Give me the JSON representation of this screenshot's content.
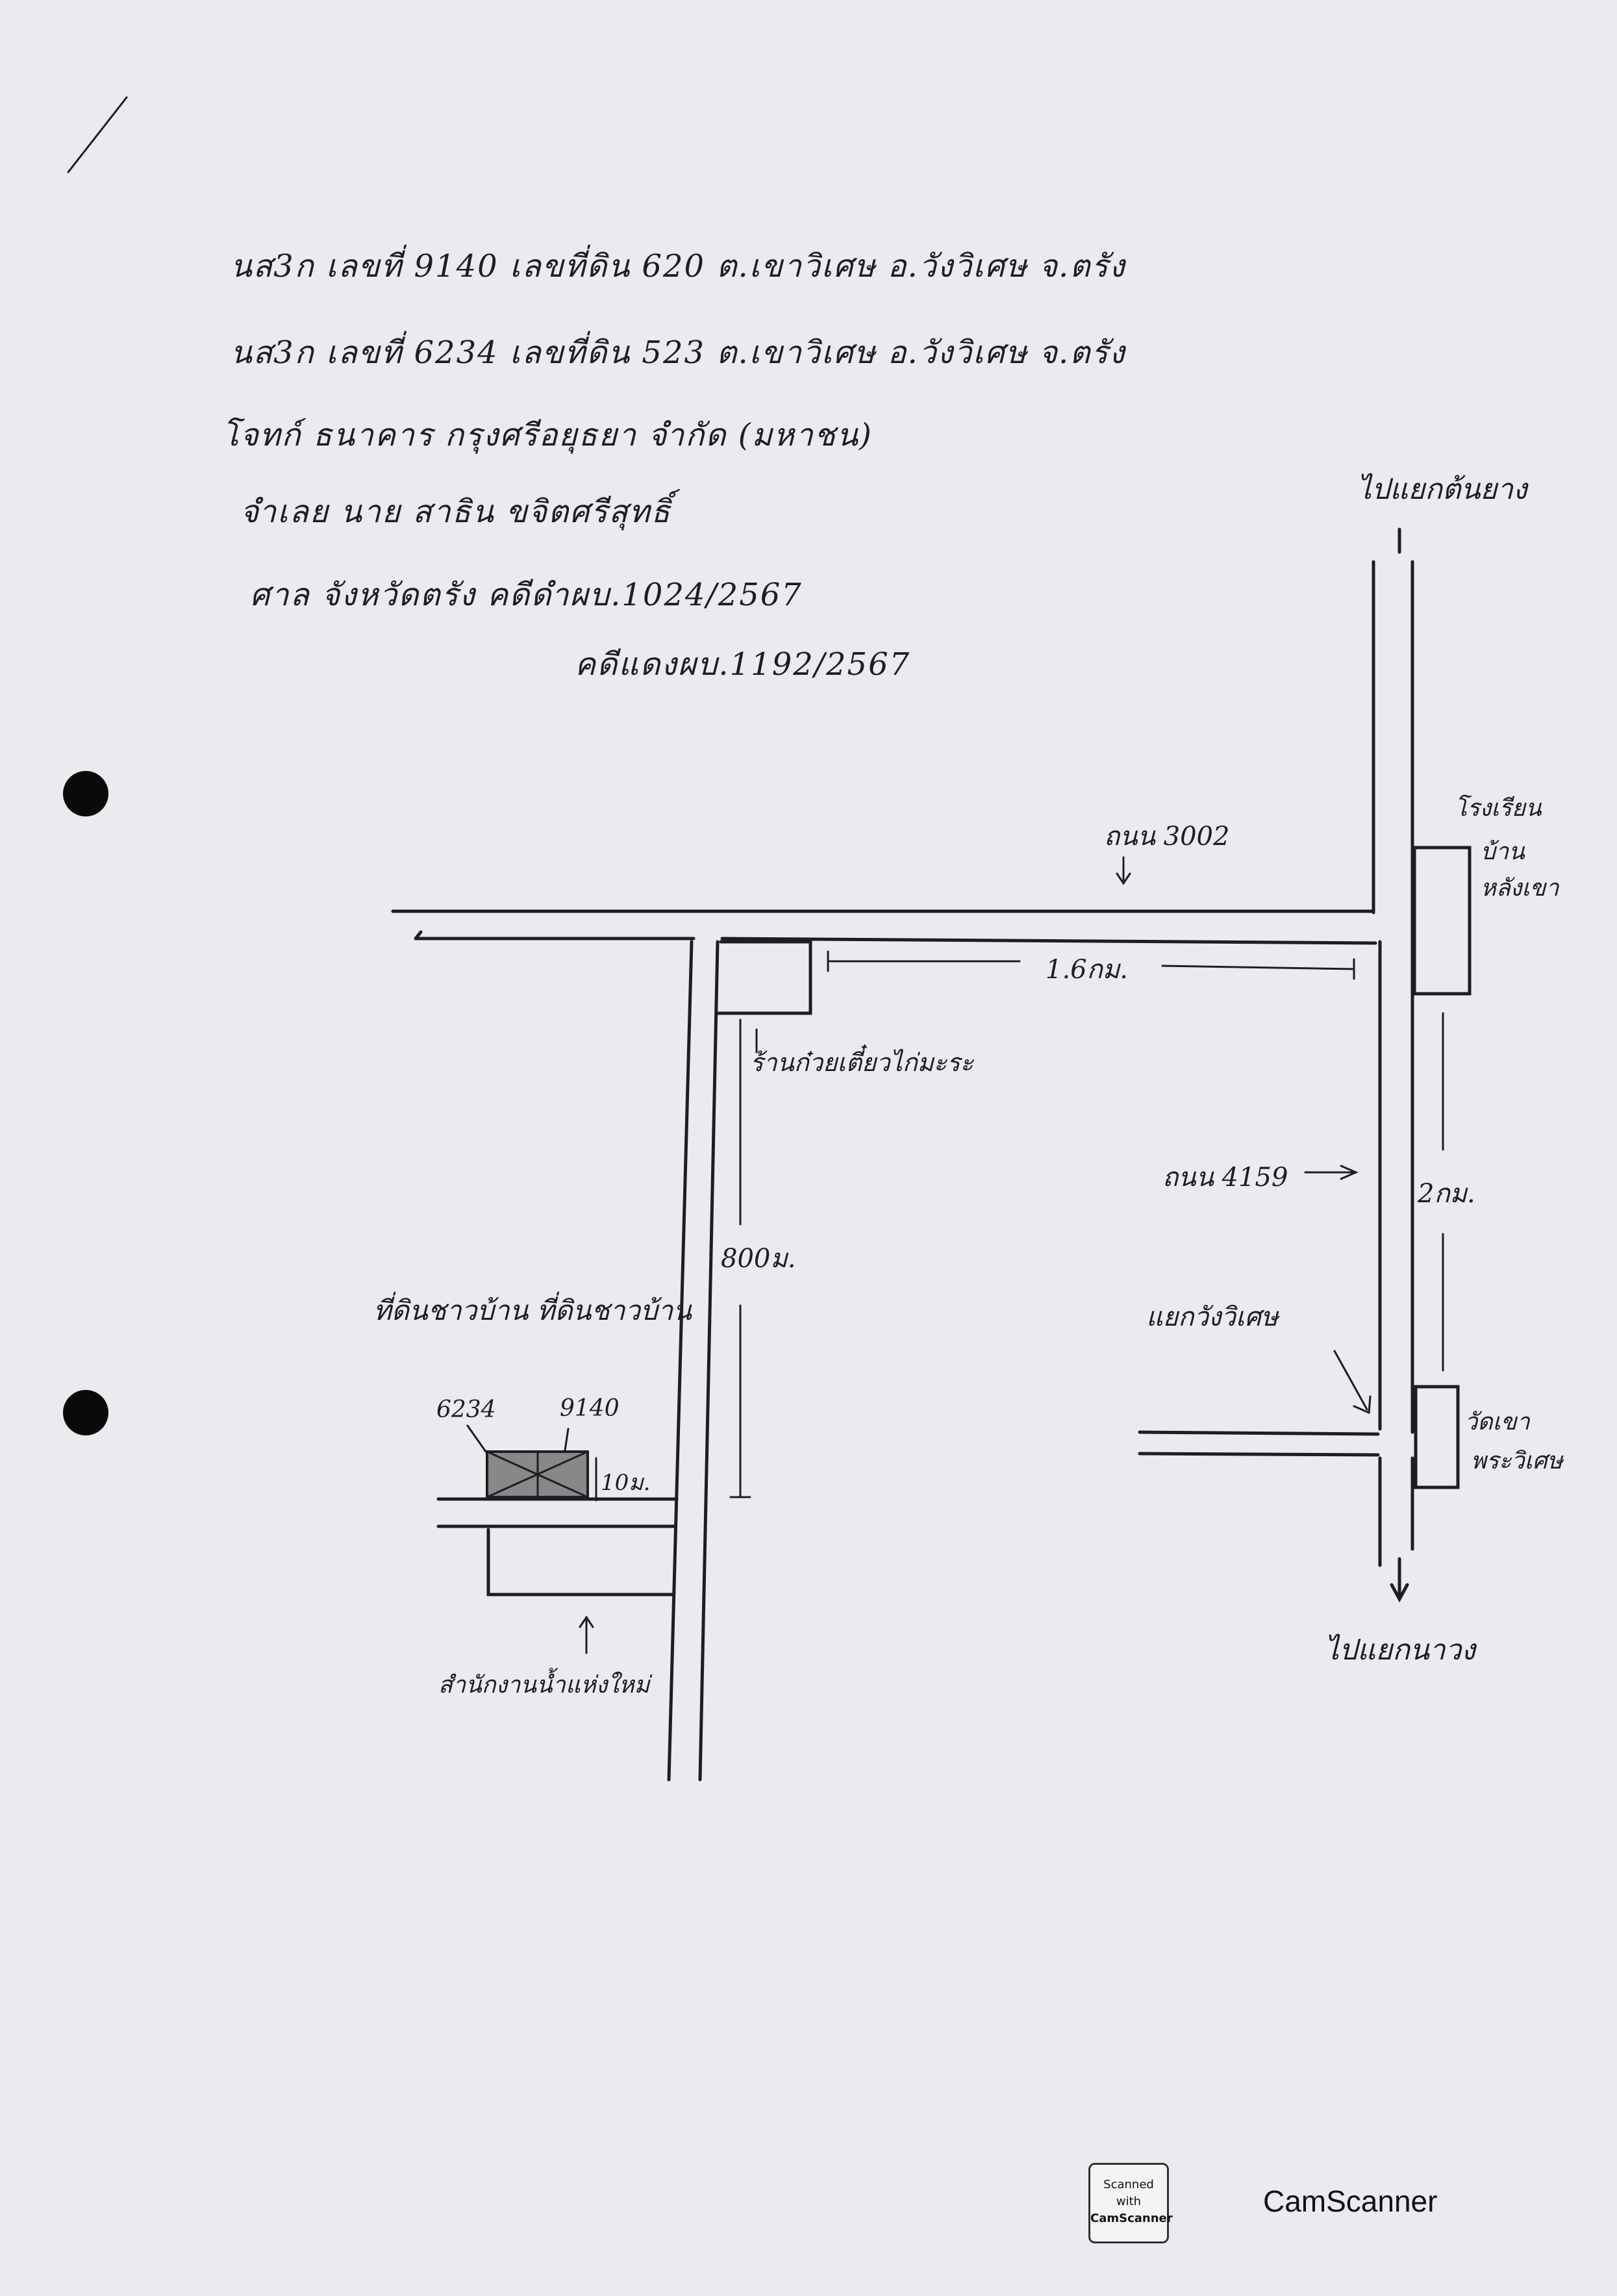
{
  "document": {
    "header_lines": [
      "นส3ก เลขที่ 9140 เลขที่ดิน 620 ต.เขาวิเศษ อ.วังวิเศษ จ.ตรัง",
      "นส3ก เลขที่ 6234 เลขที่ดิน 523 ต.เขาวิเศษ อ.วังวิเศษ จ.ตรัง",
      "โจทก์ ธนาคาร กรุงศรีอยุธยา จำกัด (มหาชน)",
      "จำเลย นาย สาธิน ขจิตศรีสุทธิ์",
      "ศาล จังหวัดตรัง คดีดำผบ.1024/2567",
      "คดีแดงผบ.1192/2567"
    ]
  },
  "map": {
    "labels": {
      "to_north": "ไปแยกต้นยาง",
      "to_south": "ไปแยกนาวง",
      "road_3002": "ถนน 3002",
      "road_4159": "ถนน 4159",
      "school": [
        "โรงเรียน",
        "บ้าน",
        "หลังเขา"
      ],
      "temple": [
        "วัดเขา",
        "พระวิเศษ"
      ],
      "dist_1_6km": "1.6กม.",
      "dist_2km": "2กม.",
      "dist_800m": "800ม.",
      "dist_10m": "10ม.",
      "shop": "ร้านก๋วยเตี๋ยวไก่มะระ",
      "junction": "แยกวังวิเศษ",
      "owners": "ที่ดินชาวบ้าน ที่ดินชาวบ้าน",
      "lot_a": "6234",
      "lot_b": "9140",
      "water_office": "สำนักงานน้ำแห่งใหม่"
    }
  },
  "footer": {
    "badge_lines": [
      "Scanned with",
      "CamScanner"
    ],
    "brand": "CamScanner"
  }
}
